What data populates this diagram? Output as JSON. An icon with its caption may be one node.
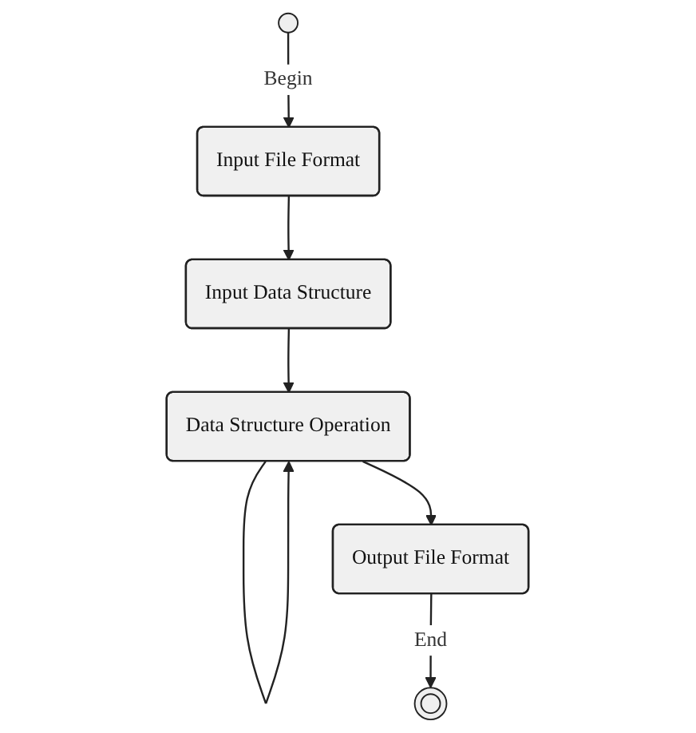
{
  "diagram": {
    "nodes": [
      {
        "text": [],
        "shape": "circle"
      },
      {
        "text": [
          "Input File Format"
        ]
      },
      {
        "text": [
          "Input Data Structure"
        ]
      },
      {
        "text": [
          "Data Structure Operation"
        ]
      },
      {
        "text": [
          "Output File Format"
        ]
      },
      {
        "text": [],
        "shape": "double-circle"
      }
    ],
    "edges": [
      {
        "from": 0,
        "to": 1,
        "arrow": "to",
        "label": "Begin"
      },
      {
        "from": 1,
        "to": 2,
        "arrow": "to"
      },
      {
        "from": 2,
        "to": 3,
        "arrow": "to"
      },
      {
        "from": 3,
        "to": 3,
        "arrow": "to"
      },
      {
        "from": 3,
        "to": 4,
        "arrow": "to"
      },
      {
        "from": 4,
        "to": 5,
        "arrow": "to",
        "label": "End"
      }
    ]
  }
}
